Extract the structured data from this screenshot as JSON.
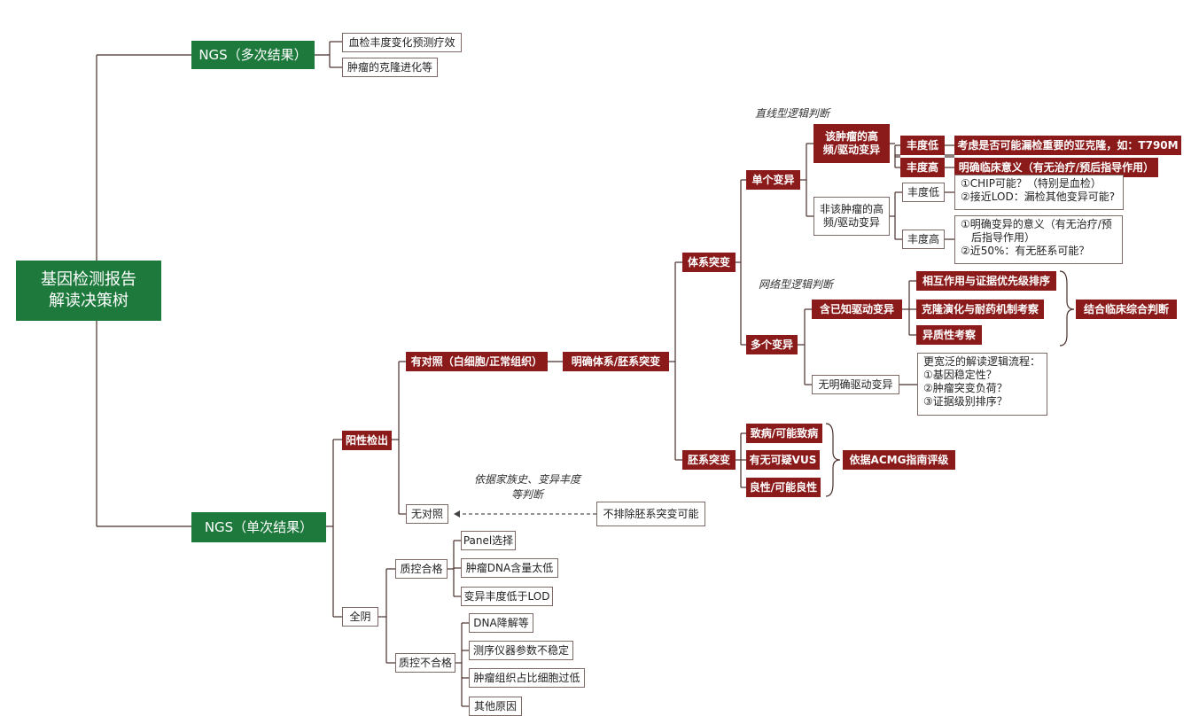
{
  "root": {
    "line1": "基因检测报告",
    "line2": "解读决策树"
  },
  "ngs_multi": {
    "label": "NGS（多次结果）",
    "children": [
      "血检丰度变化预测疗效",
      "肿瘤的克隆进化等"
    ]
  },
  "ngs_single": {
    "label": "NGS（单次结果）"
  },
  "positive": "阳性检出",
  "with_control": "有对照（白细胞/正常组织）",
  "clear_somatic_germline": "明确体系/胚系突变",
  "somatic": "体系突变",
  "single_variant": "单个变异",
  "note_linear": "直线型逻辑判断",
  "driver_high": {
    "line1": "该肿瘤的高",
    "line2": "频/驱动变异"
  },
  "abundance_low": "丰度低",
  "abundance_high": "丰度高",
  "consider_subclone": "考虑是否可能漏检重要的亚克隆，如：T790M",
  "clinical_meaning": "明确临床意义（有无治疗/预后指导作用）",
  "non_driver": {
    "line1": "非该肿瘤的高",
    "line2": "频/驱动变异"
  },
  "abundance_low_2": "丰度低",
  "chip_note": [
    "①CHIP可能？（特别是血检）",
    "②接近LOD：漏检其他变异可能?"
  ],
  "abundance_high_2": "丰度高",
  "meaning_note": [
    "①明确变异的意义（有无治疗/预",
    "后指导作用）",
    "②近50%：有无胚系可能？"
  ],
  "note_network": "网络型逻辑判断",
  "multi_variant": "多个变异",
  "known_driver": "含已知驱动变异",
  "interaction_rank": "相互作用与证据优先级排序",
  "clonal_evolution": "克隆演化与耐药机制考察",
  "heterogeneity": "异质性考察",
  "clinical_synthesis": "结合临床综合判断",
  "no_driver": "无明确驱动变异",
  "broad_process": [
    "更宽泛的解读逻辑流程：",
    "①基因稳定性？",
    "②肿瘤突变负荷？",
    "③证据级别排序？"
  ],
  "germline": "胚系突变",
  "pathogenic": "致病/可能致病",
  "vus": "有无可疑VUS",
  "benign": "良性/可能良性",
  "acmg": "依据ACMG指南评级",
  "no_control": "无对照",
  "no_control_note": [
    "依据家族史、变异丰度",
    "等判断"
  ],
  "cannot_exclude": "不排除胚系突变可能",
  "all_negative": "全阴",
  "qc_pass": "质控合格",
  "qc_pass_children": [
    "Panel选择",
    "肿瘤DNA含量太低",
    "变异丰度低于LOD"
  ],
  "qc_fail": "质控不合格",
  "qc_fail_children": [
    "DNA降解等",
    "测序仪器参数不稳定",
    "肿瘤组织占比细胞过低",
    "其他原因"
  ]
}
